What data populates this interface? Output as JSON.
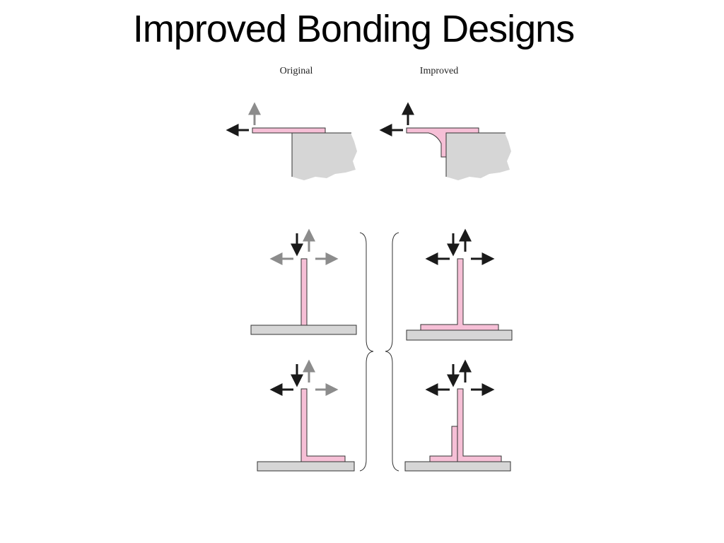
{
  "slide": {
    "title": "Improved Bonding Designs"
  },
  "figure": {
    "columns": [
      {
        "label": "Original"
      },
      {
        "label": "Improved"
      }
    ],
    "colors": {
      "adhesive": "#f6bfd6",
      "substrate": "#d6d6d6",
      "outline": "#333333",
      "arrow_dark": "#1a1a1a",
      "arrow_light": "#8c8c8c"
    }
  }
}
